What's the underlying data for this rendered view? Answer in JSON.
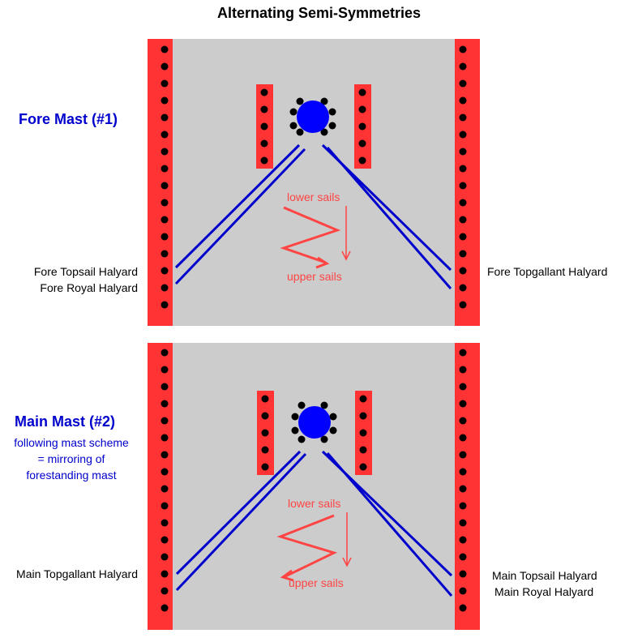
{
  "title": "Alternating Semi-Symmetries",
  "colors": {
    "rail": "#ff3333",
    "deck": "#cccccc",
    "pin": "#000000",
    "mast": "#0000ff",
    "halyard": "#0000cc",
    "sail_arrow": "#ff4444",
    "label_blue": "#0000cc"
  },
  "fore": {
    "name": "Fore Mast (#1)",
    "left_labels": [
      "Fore Topsail Halyard",
      "Fore Royal Halyard"
    ],
    "right_labels": [
      "Fore Topgallant Halyard"
    ],
    "sail_top": "lower sails",
    "sail_bottom": "upper sails"
  },
  "main": {
    "name": "Main Mast (#2)",
    "note": [
      "following mast scheme",
      "= mirroring of",
      "forestanding mast"
    ],
    "left_labels": [
      "Main Topgallant Halyard"
    ],
    "right_labels": [
      "Main Topsail Halyard",
      "Main Royal Halyard"
    ],
    "sail_top": "lower sails",
    "sail_bottom": "upper sails"
  }
}
